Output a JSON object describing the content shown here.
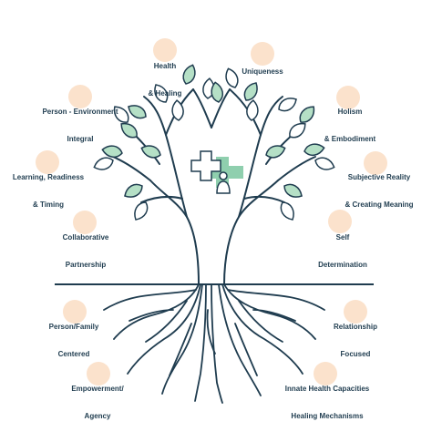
{
  "colors": {
    "ink": "#1f3c4f",
    "leaf": "#b5e0c6",
    "cross": "#8fcfae",
    "peach": "#fbe2cc",
    "ground": "#1f3c4f"
  },
  "labels": {
    "health_healing": [
      "Health",
      "& Healing"
    ],
    "uniqueness": [
      "Uniqueness"
    ],
    "person_environment": [
      "Person - Environment",
      "Integral"
    ],
    "holism": [
      "Holism",
      "& Embodiment"
    ],
    "learning_readiness": [
      "Learning, Readiness",
      "& Timing"
    ],
    "subjective_reality": [
      "Subjective Reality",
      "& Creating Meaning"
    ],
    "collaborative_partnership": [
      "Collaborative",
      "Partnership"
    ],
    "self_determination": [
      "Self",
      "Determination"
    ],
    "person_family": [
      "Person/Family",
      "Centered"
    ],
    "relationship_focused": [
      "Relationship",
      "Focused"
    ],
    "empowerment_agency": [
      "Empowerment/",
      "Agency"
    ],
    "innate_health": [
      "Innate Health Capacities",
      "Healing Mechanisms"
    ]
  },
  "icons": {
    "tree": "tree-icon",
    "leaf": "leaf-icon",
    "roots": "roots-icon",
    "cross": "medical-cross-icon",
    "person": "person-icon"
  }
}
